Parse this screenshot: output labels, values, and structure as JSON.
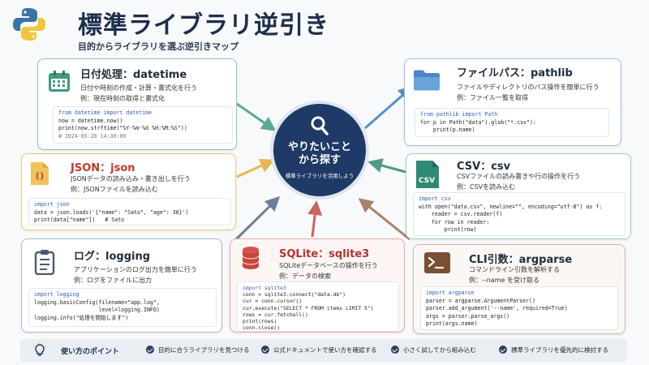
{
  "header": {
    "title": "標準ライブラリ逆引き",
    "subtitle": "目的からライブラリを選ぶ逆引きマップ"
  },
  "hub": {
    "title_line1": "やりたいこと",
    "title_line2": "から探す",
    "subtitle": "標準ライブラリを活用しよう"
  },
  "cards": {
    "datetime": {
      "title": "日付処理：datetime",
      "desc": "日付や時刻の作成・計算・書式化を行う",
      "example": "例：現在時刻の取得と書式化",
      "code": [
        "from datetime import datetime",
        "now = datetime.now()",
        "print(now.strftime(\"%Y-%m-%d %H:%M:%S\"))",
        "# 2024-05-28 14:30:00"
      ]
    },
    "json": {
      "title": "JSON：json",
      "desc": "JSONデータの読み込み・書き出しを行う",
      "example": "例：JSONファイルを読み込む",
      "code": [
        "import json",
        "data = json.loads('{\"name\": \"Sato\", \"age\": 30}')",
        "print(data[\"name\"])   # Sato"
      ]
    },
    "logging": {
      "title": "ログ：logging",
      "desc": "アプリケーションのログ出力を簡単に行う",
      "example": "例：ログをファイルに出力",
      "code": [
        "import logging",
        "logging.basicConfig(filename=\"app.log\",",
        "                    level=logging.INFO)",
        "logging.info(\"処理を開始します\")"
      ]
    },
    "sqlite": {
      "title": "SQLite：sqlite3",
      "desc": "SQLiteデータベースの操作を行う",
      "example": "例：データの検索",
      "code": [
        "import sqlite3",
        "conn = sqlite3.connect(\"data.db\")",
        "cur = conn.cursor()",
        "cur.execute(\"SELECT * FROM items LIMIT 5\")",
        "rows = cur.fetchall()",
        "print(rows)",
        "conn.close()"
      ]
    },
    "pathlib": {
      "title": "ファイルパス：pathlib",
      "desc": "ファイルやディレクトリのパス操作を簡単に行う",
      "example": "例：ファイル一覧を取得",
      "code": [
        "from pathlib import Path",
        "for p in Path(\"data\").glob(\"*.csv\"):",
        "    print(p.name)"
      ]
    },
    "csv": {
      "title": "CSV：csv",
      "desc": "CSVファイルの読み書きや行の操作を行う",
      "example": "例：CSVを読み込む",
      "code": [
        "import csv",
        "with open(\"data.csv\", newline=\"\", encoding=\"utf-8\") as f:",
        "    reader = csv.reader(f)",
        "    for row in reader:",
        "        print(row)"
      ]
    },
    "argparse": {
      "title": "CLI引数：argparse",
      "desc": "コマンドライン引数を解析する",
      "example": "例：--name を受け取る",
      "code": [
        "import argparse",
        "parser = argparse.ArgumentParser()",
        "parser.add_argument('--name', required=True)",
        "args = parser.parse_args()",
        "print(args.name)"
      ]
    }
  },
  "icons": {
    "datetime": "calendar-icon",
    "json": "json-file-icon",
    "logging": "clipboard-icon",
    "sqlite": "database-icon",
    "pathlib": "folder-icon",
    "csv": "csv-file-icon",
    "argparse": "terminal-icon",
    "hub": "search-icon",
    "footer": "lightbulb-icon"
  },
  "footer": {
    "heading": "使い方のポイント",
    "tips": [
      "目的に合うライブラリを見つける",
      "公式ドキュメントで使い方を確認する",
      "小さく試してから組み込む",
      "標準ライブラリを優先的に検討する"
    ]
  },
  "colors": {
    "navy": "#1f3a66",
    "datetime": "#3f9a80",
    "json": "#e8a93a",
    "logging": "#5a6e8c",
    "sqlite": "#c8453b",
    "pathlib": "#3d7fc1",
    "csv": "#2f8a74",
    "argparse": "#8a5a3c"
  }
}
